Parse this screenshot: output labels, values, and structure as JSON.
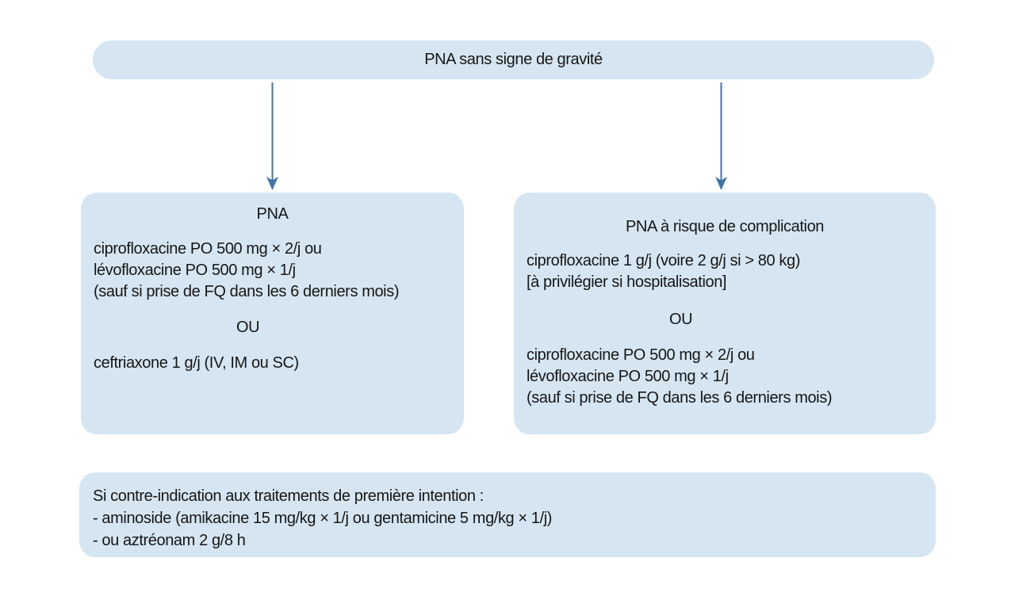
{
  "colors": {
    "box_bg": "#d5e6f2",
    "arrow": "#4076a6",
    "text": "#161616"
  },
  "root_box": {
    "title": "PNA sans signe de gravité"
  },
  "left_box": {
    "title": "PNA",
    "first_option_lines": [
      "ciprofloxacine PO 500 mg × 2/j ou",
      "lévofloxacine PO 500 mg × 1/j",
      "(sauf si prise de FQ dans les 6 derniers mois)"
    ],
    "or_label": "OU",
    "second_option_lines": [
      "ceftriaxone 1 g/j (IV, IM ou SC)"
    ]
  },
  "right_box": {
    "title": "PNA à risque de complication",
    "first_option_lines": [
      "ciprofloxacine 1 g/j (voire 2 g/j si > 80 kg)",
      "[à privilégier si hospitalisation]"
    ],
    "or_label": "OU",
    "second_option_lines": [
      "ciprofloxacine PO 500 mg × 2/j ou",
      "lévofloxacine PO 500 mg × 1/j",
      "(sauf si prise de FQ dans les 6 derniers mois)"
    ]
  },
  "bottom_box": {
    "lines": [
      "Si contre-indication aux traitements de première intention :",
      "- aminoside (amikacine 15 mg/kg × 1/j ou gentamicine 5 mg/kg × 1/j)",
      "- ou aztréonam 2 g/8 h"
    ]
  }
}
